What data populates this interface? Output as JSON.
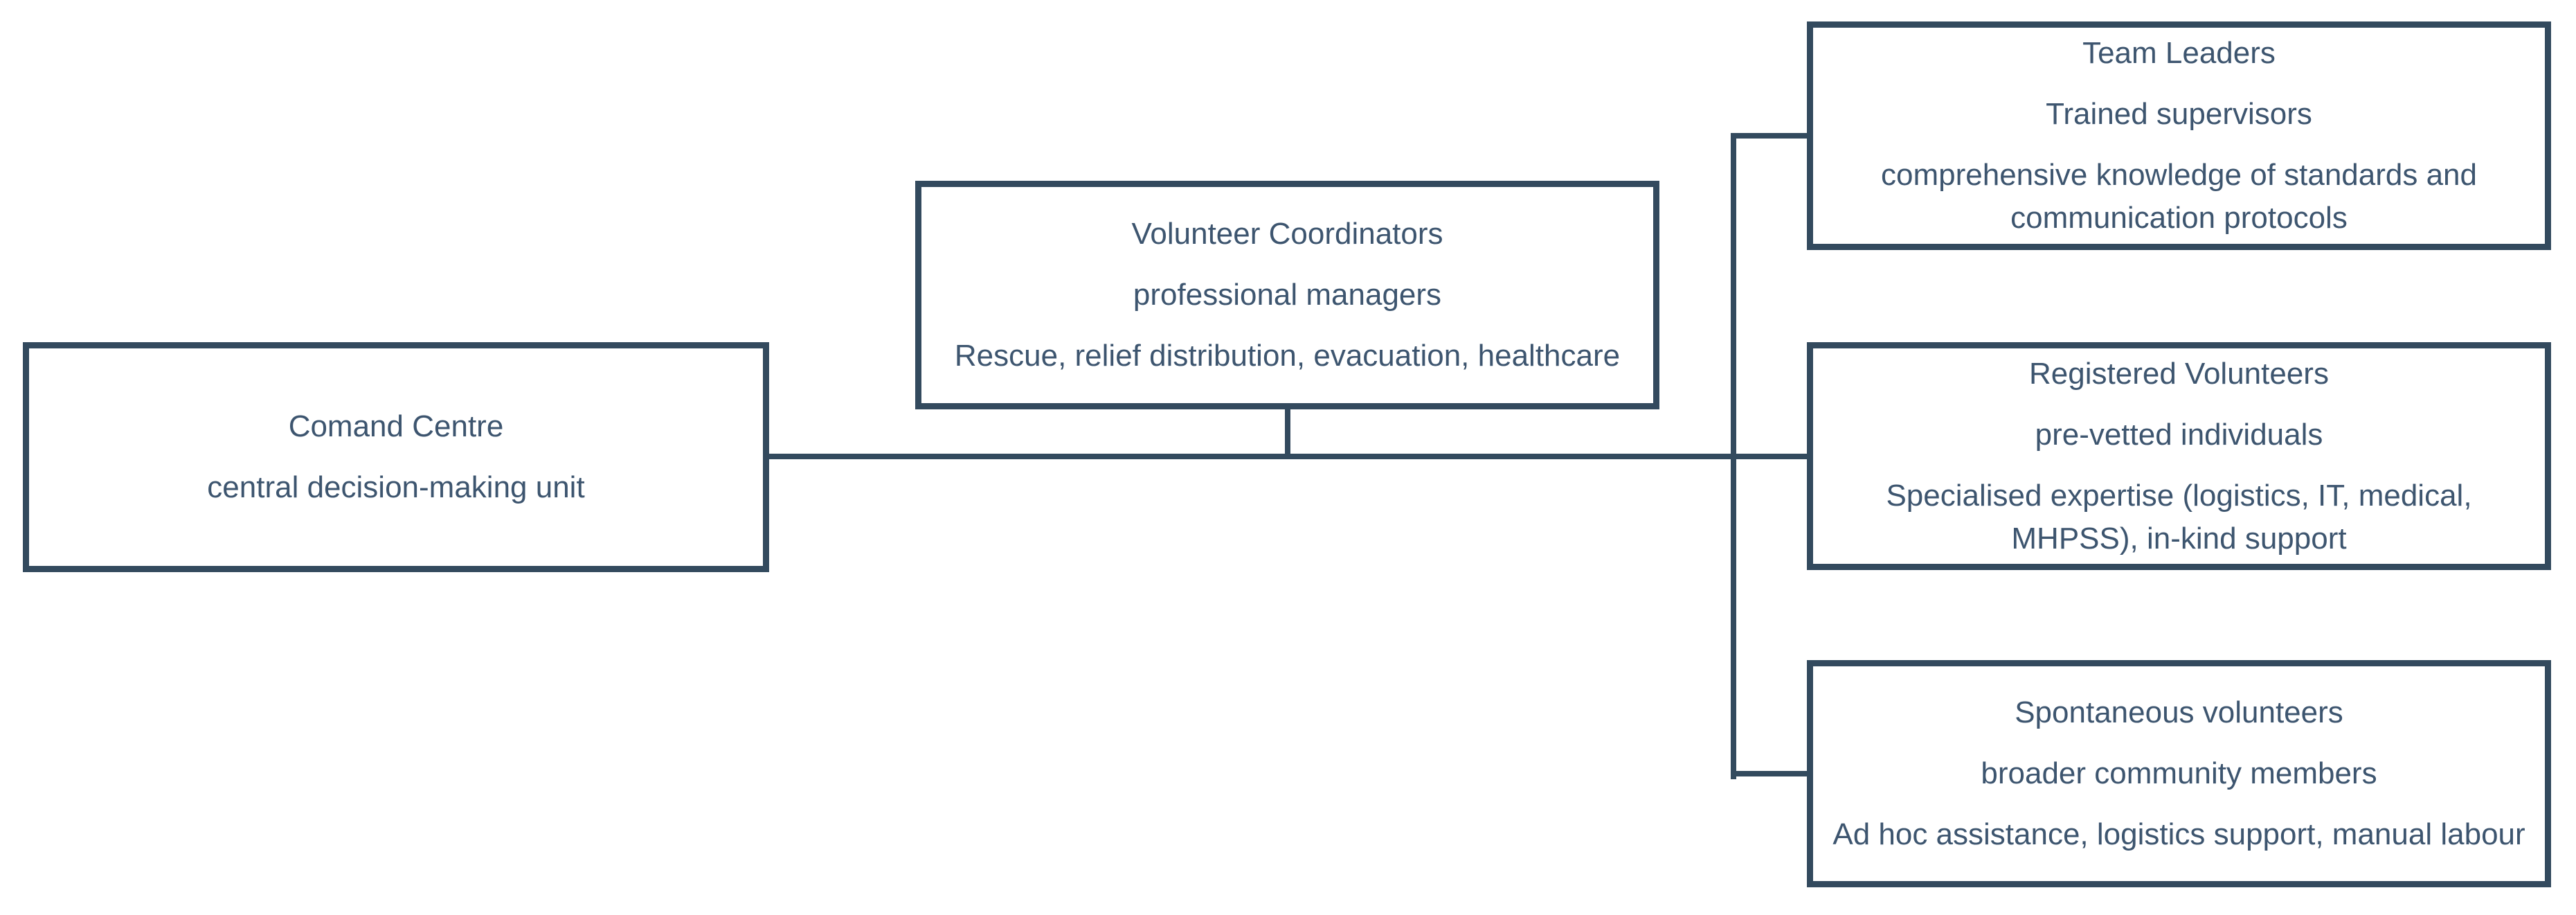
{
  "colors": {
    "line": "#334A5E",
    "text": "#3D556F",
    "background": "#FFFFFF"
  },
  "nodes": {
    "command_centre": {
      "title": "Comand Centre",
      "subtitle": "central decision-making unit"
    },
    "volunteer_coordinators": {
      "title": "Volunteer Coordinators",
      "subtitle": "professional managers",
      "detail": "Rescue, relief distribution, evacuation, healthcare"
    },
    "team_leaders": {
      "title": "Team Leaders",
      "subtitle": "Trained supervisors",
      "detail": "comprehensive knowledge of standards and communication protocols"
    },
    "registered_volunteers": {
      "title": "Registered Volunteers",
      "subtitle": "pre-vetted individuals",
      "detail": "Specialised expertise (logistics, IT, medical, MHPSS), in-kind support"
    },
    "spontaneous_volunteers": {
      "title": "Spontaneous volunteers",
      "subtitle": "broader community members",
      "detail": "Ad hoc assistance, logistics support, manual labour"
    }
  }
}
